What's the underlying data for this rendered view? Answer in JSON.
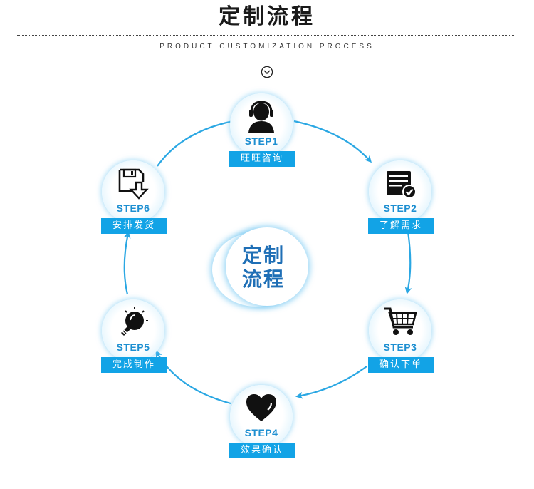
{
  "header": {
    "title": "定制流程",
    "subtitle": "PRODUCT CUSTOMIZATION PROCESS"
  },
  "center": {
    "line1": "定制",
    "line2": "流程"
  },
  "colors": {
    "accent": "#12a3e6",
    "step_text": "#1d8fd1",
    "center_text": "#1f6fb6",
    "glow": "#7ccbf2"
  },
  "steps": [
    {
      "step": "STEP1",
      "label": "旺旺咨询",
      "icon": "headset-person-icon"
    },
    {
      "step": "STEP2",
      "label": "了解需求",
      "icon": "document-check-icon"
    },
    {
      "step": "STEP3",
      "label": "确认下单",
      "icon": "shopping-cart-icon"
    },
    {
      "step": "STEP4",
      "label": "效果确认",
      "icon": "heart-icon"
    },
    {
      "step": "STEP5",
      "label": "完成制作",
      "icon": "lightbulb-icon"
    },
    {
      "step": "STEP6",
      "label": "安排发货",
      "icon": "save-download-icon"
    }
  ]
}
